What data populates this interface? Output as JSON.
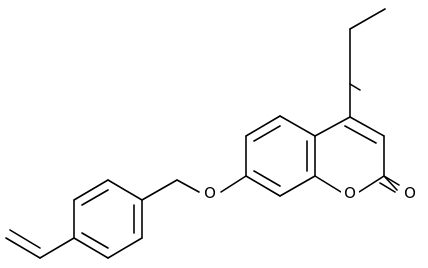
{
  "molecule": {
    "atoms": {
      "ether_oxygen": "O",
      "ring_oxygen": "O",
      "carbonyl_oxygen": "O"
    },
    "colors": {
      "bond": "#000000",
      "background": "#ffffff"
    }
  }
}
